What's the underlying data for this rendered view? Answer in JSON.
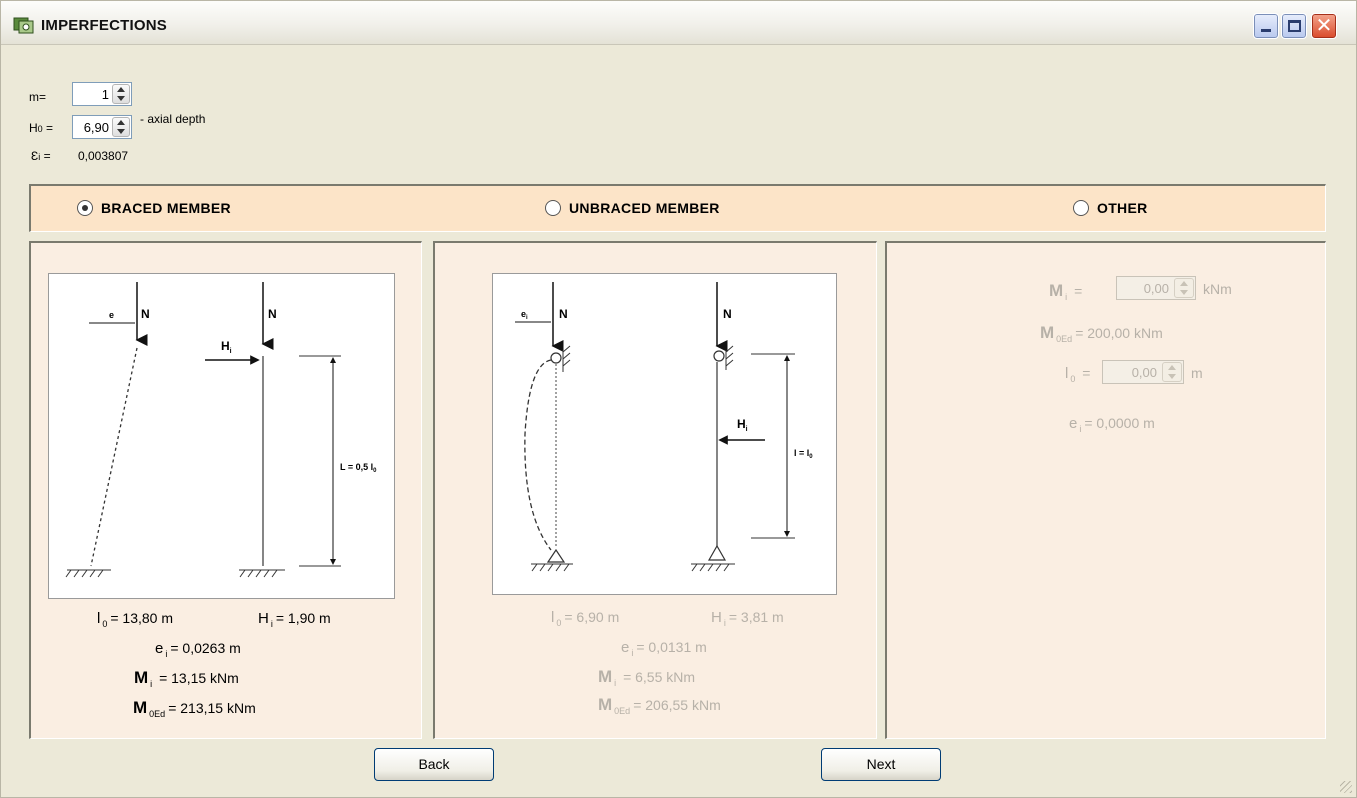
{
  "window": {
    "title": "IMPERFECTIONS"
  },
  "params": {
    "m_label": "m=",
    "m_value": "1",
    "h0_label": "H",
    "h0_sub": "0",
    "h0_eq": "=",
    "h0_value": "6,90",
    "h0_desc": "- axial depth",
    "eps_label": "Ɛ",
    "eps_sub": "i",
    "eps_eq": "=",
    "eps_value": "0,003807"
  },
  "options": {
    "braced_label": "BRACED MEMBER",
    "unbraced_label": "UNBRACED MEMBER",
    "other_label": "OTHER",
    "selected": "braced"
  },
  "braced": {
    "fig": {
      "e_label": "e",
      "n_label": "N",
      "h_label": "H",
      "h_sub": "i",
      "l_label": "L = 0,5 l",
      "l_sub": "0"
    },
    "l0_label": "l",
    "l0_sub": "0",
    "l0_value": "= 13,80 m",
    "hi_label": "H",
    "hi_sub": "i",
    "hi_value": "= 1,90 m",
    "ei_label": "e",
    "ei_sub": "i",
    "ei_value": "= 0,0263 m",
    "mi_label": "M",
    "mi_sub": "i",
    "mi_value": "= 13,15 kNm",
    "med_label": "M",
    "med_sub": "0Ed",
    "med_value": "= 213,15 kNm"
  },
  "unbraced": {
    "fig": {
      "e_label": "e",
      "e_sub": "i",
      "n_label": "N",
      "h_label": "H",
      "h_sub": "i",
      "l_label": "l = l",
      "l_sub": "0"
    },
    "l0_label": "l",
    "l0_sub": "0",
    "l0_value": "= 6,90 m",
    "hi_label": "H",
    "hi_sub": "i",
    "hi_value": "= 3,81 m",
    "ei_label": "e",
    "ei_sub": "i",
    "ei_value": "= 0,0131 m",
    "mi_label": "M",
    "mi_sub": "i",
    "mi_value": "= 6,55 kNm",
    "med_label": "M",
    "med_sub": "0Ed",
    "med_value": "= 206,55 kNm"
  },
  "other": {
    "mi_label": "M",
    "mi_sub": "i",
    "mi_eq": "=",
    "mi_input": "0,00",
    "mi_unit": "kNm",
    "med_label": "M",
    "med_sub": "0Ed",
    "med_value": "= 200,00 kNm",
    "l0_label": "l",
    "l0_sub": "0",
    "l0_eq": "=",
    "l0_input": "0,00",
    "l0_unit": "m",
    "ei_label": "e",
    "ei_sub": "i",
    "ei_value": "= 0,0000 m"
  },
  "buttons": {
    "back": "Back",
    "next": "Next"
  }
}
